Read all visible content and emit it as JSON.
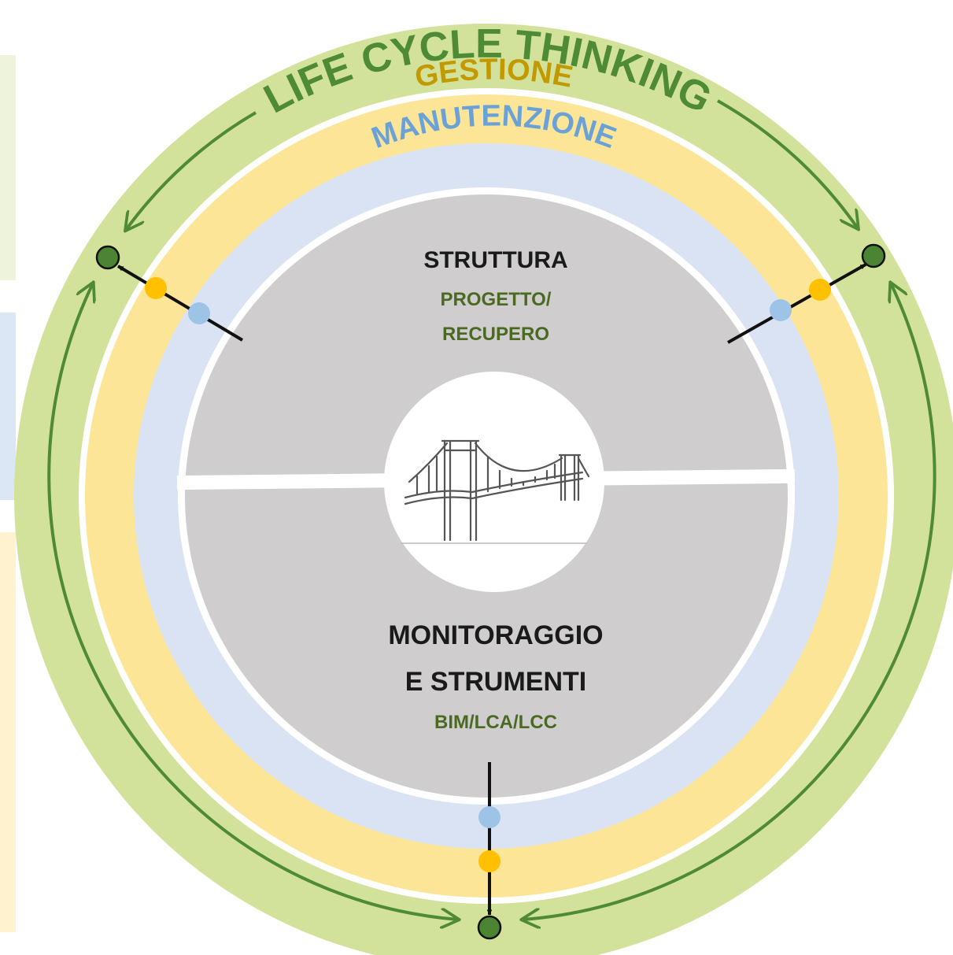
{
  "rings": {
    "outer": {
      "label": "LIFE CYCLE THINKING",
      "color": "#5f8f3a",
      "fill": "#d2e29b"
    },
    "middle": {
      "label": "GESTIONE",
      "color": "#c29a00",
      "fill": "#fde597"
    },
    "inner": {
      "label": "MANUTENZIONE",
      "color": "#6aa2d8",
      "fill": "#dae3f3"
    }
  },
  "core": {
    "upper": {
      "title": "STRUTTURA",
      "subtitle_line1": "PROGETTO/",
      "subtitle_line2": "RECUPERO"
    },
    "lower": {
      "title_line1": "MONITORAGGIO",
      "title_line2": "E STRUMENTI",
      "subtitle": "BIM/LCA/LCC"
    },
    "fill": "#cfcdce",
    "center_icon": "suspension-bridge-icon"
  },
  "colors": {
    "title_text": "#1a1a1a",
    "subtitle_text": "#4a6a23",
    "arrow_green": "#4f8a34",
    "node_green": "#4b8433",
    "dot_yellow": "#ffc000",
    "dot_blue": "#9dc3e6",
    "panel_green": "#eef4dc",
    "panel_blue": "#dce7f5",
    "panel_yellow": "#fff3cf"
  }
}
